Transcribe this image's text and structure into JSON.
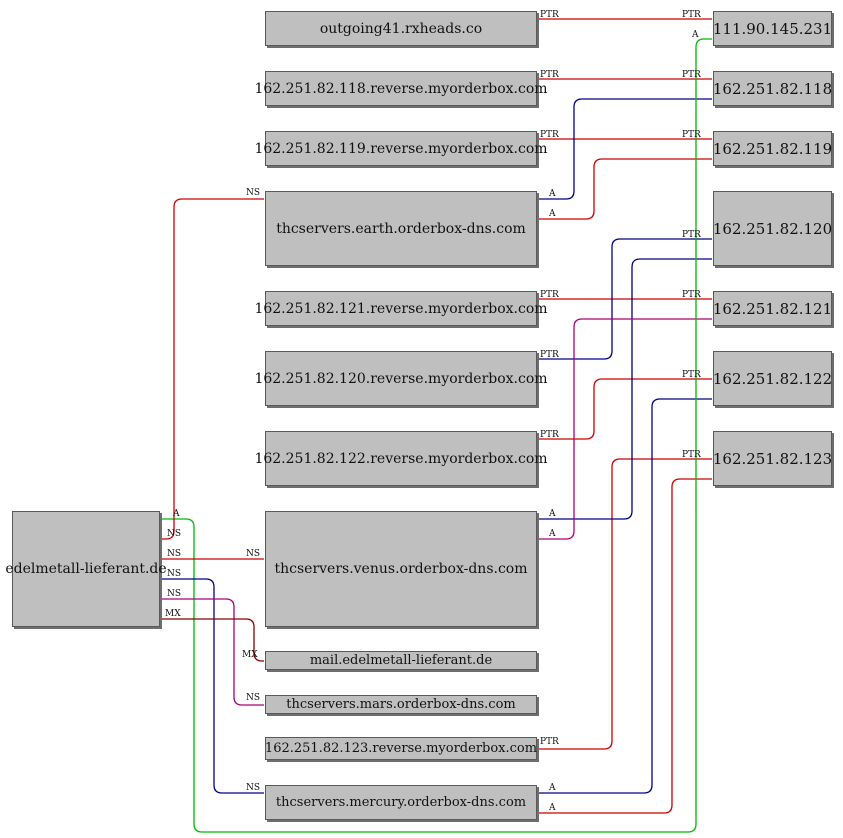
{
  "nodes": {
    "domain": "edelmetall-lieferant.de",
    "outgoing41": "outgoing41.rxheads.co",
    "rev118": "162.251.82.118.reverse.myorderbox.com",
    "rev119": "162.251.82.119.reverse.myorderbox.com",
    "earth": "thcservers.earth.orderbox-dns.com",
    "rev121": "162.251.82.121.reverse.myorderbox.com",
    "rev120": "162.251.82.120.reverse.myorderbox.com",
    "rev122": "162.251.82.122.reverse.myorderbox.com",
    "venus": "thcservers.venus.orderbox-dns.com",
    "mail": "mail.edelmetall-lieferant.de",
    "mars": "thcservers.mars.orderbox-dns.com",
    "rev123": "162.251.82.123.reverse.myorderbox.com",
    "mercury": "thcservers.mercury.orderbox-dns.com",
    "ip111": "111.90.145.231",
    "ip118": "162.251.82.118",
    "ip119": "162.251.82.119",
    "ip120": "162.251.82.120",
    "ip121": "162.251.82.121",
    "ip122": "162.251.82.122",
    "ip123": "162.251.82.123"
  },
  "edge_labels": {
    "ptr": "PTR",
    "a": "A",
    "ns": "NS",
    "mx": "MX"
  },
  "colors": {
    "ptr": "#cc0000",
    "a_blue": "#000088",
    "a_red": "#cc0000",
    "a_green": "#00bb00",
    "ns_red": "#cc0000",
    "ns_blue": "#000088",
    "ns_magenta": "#aa0077",
    "mx": "#880000"
  }
}
